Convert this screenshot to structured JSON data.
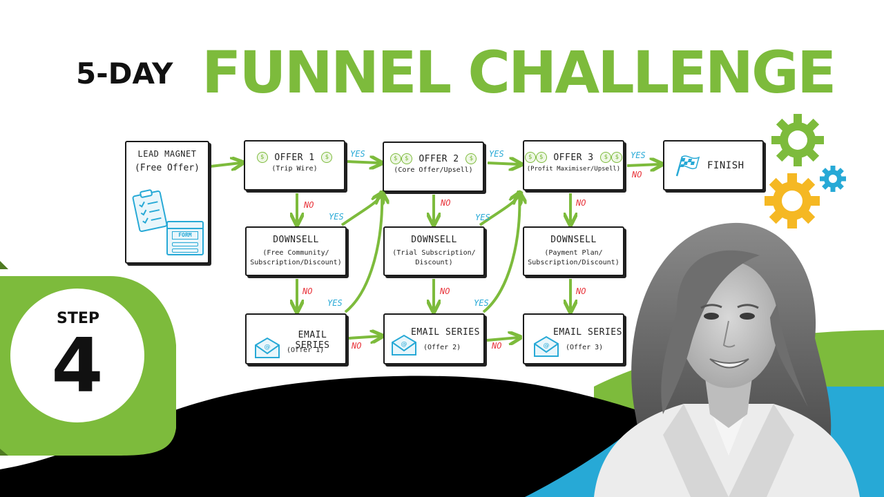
{
  "header": {
    "prefix": "5-DAY",
    "title": "FUNNEL CHALLENGE"
  },
  "badge": {
    "label": "STEP",
    "number": "4"
  },
  "colors": {
    "green": "#7dbb3c",
    "blue": "#27a9d6",
    "red": "#e8333a",
    "yellow": "#f5b823",
    "black": "#000000"
  },
  "diagram": {
    "lead_magnet": {
      "title": "LEAD MAGNET",
      "subtitle": "(Free Offer)",
      "form_label": "FORM"
    },
    "offers": [
      {
        "title": "OFFER 1",
        "subtitle": "(Trip Wire)"
      },
      {
        "title": "OFFER 2",
        "subtitle": "(Core Offer/Upsell)"
      },
      {
        "title": "OFFER 3",
        "subtitle": "(Profit Maximiser/Upsell)"
      }
    ],
    "finish": {
      "title": "FINISH"
    },
    "downsells": [
      {
        "title": "DOWNSELL",
        "line1": "(Free Community/",
        "line2": "Subscription/Discount)"
      },
      {
        "title": "DOWNSELL",
        "line1": "(Trial Subscription/",
        "line2": "Discount)"
      },
      {
        "title": "DOWNSELL",
        "line1": "(Payment Plan/",
        "line2": "Subscription/Discount)"
      }
    ],
    "emails": [
      {
        "title": "EMAIL SERIES",
        "subtitle": "(Offer 1)"
      },
      {
        "title": "EMAIL SERIES",
        "subtitle": "(Offer 2)"
      },
      {
        "title": "EMAIL SERIES",
        "subtitle": "(Offer 3)"
      }
    ],
    "labels": {
      "yes": "YES",
      "no": "NO"
    }
  }
}
